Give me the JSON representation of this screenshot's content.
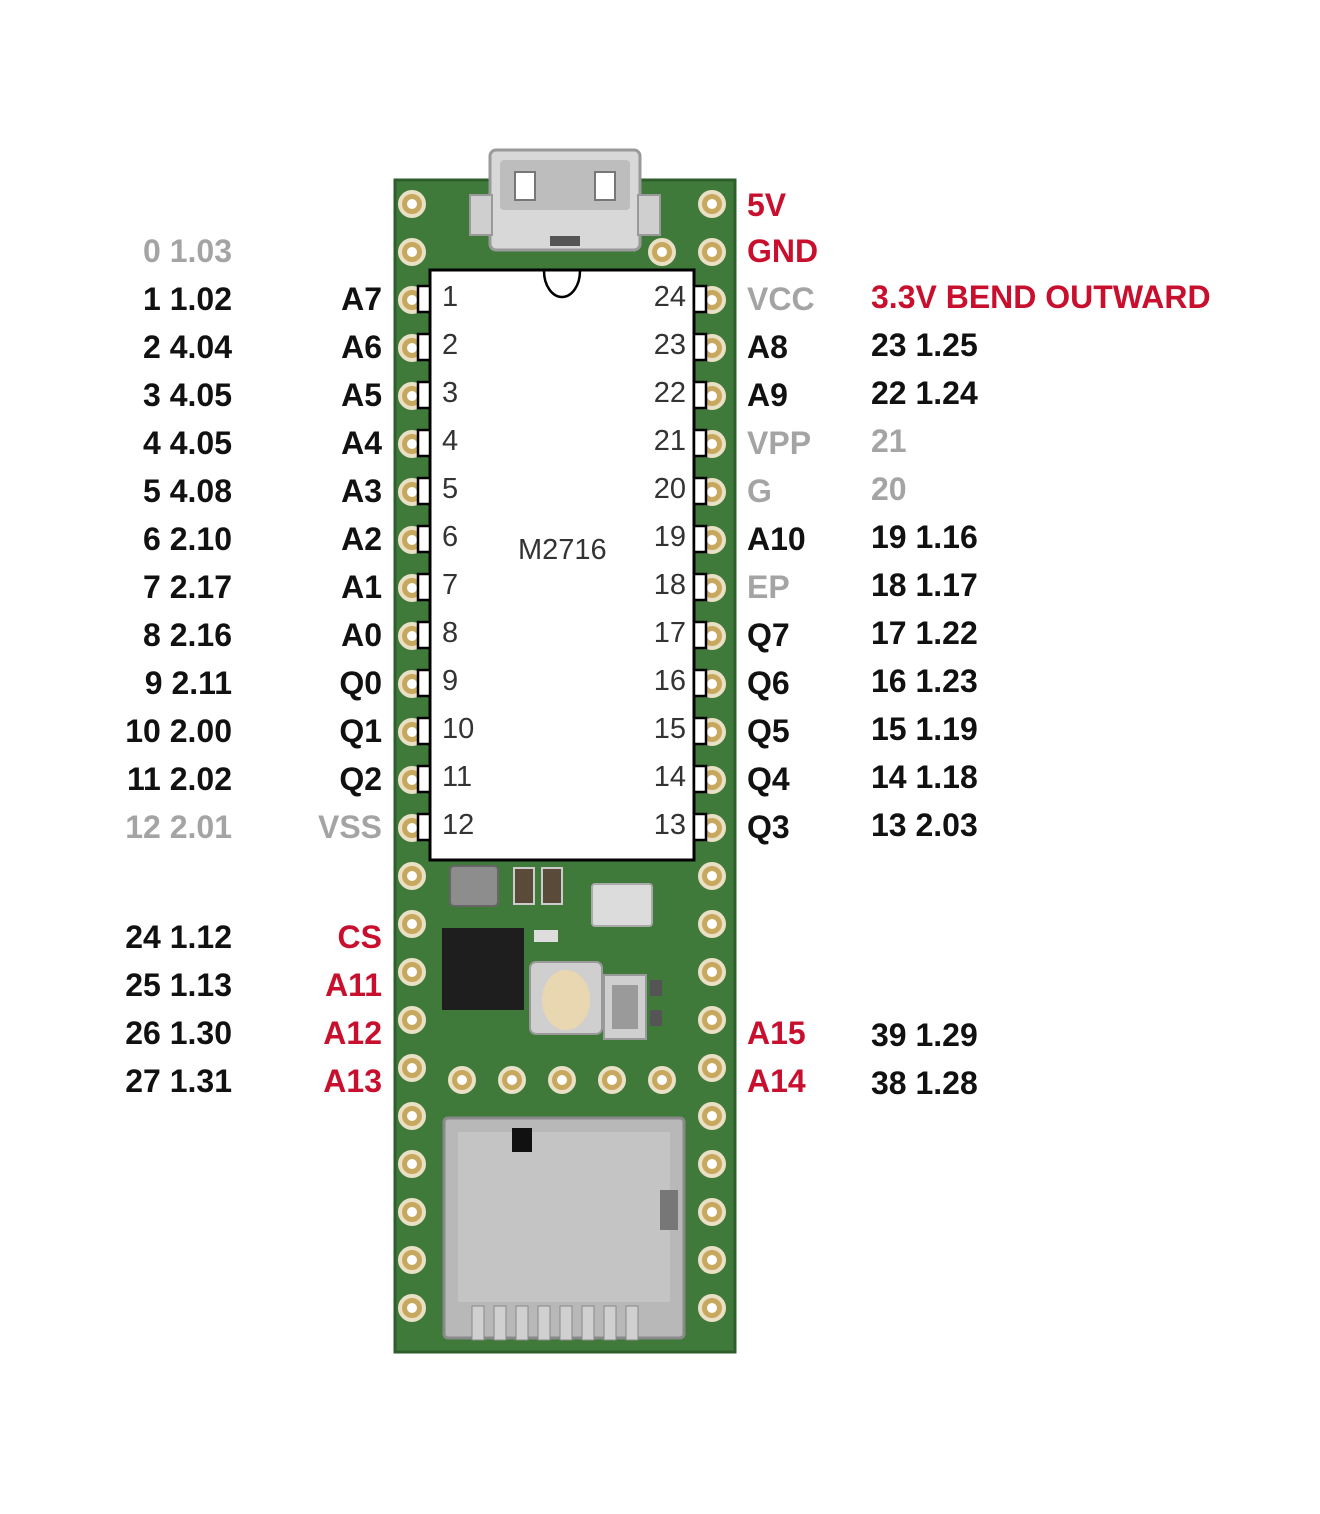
{
  "colors": {
    "black": "#111111",
    "grey": "#a4a4a4",
    "red": "#c8102e",
    "pcb": "#3f7a3b",
    "pad": "#c8a85e"
  },
  "chip": {
    "name": "M2716",
    "left_pins": [
      "1",
      "2",
      "3",
      "4",
      "5",
      "6",
      "7",
      "8",
      "9",
      "10",
      "11",
      "12"
    ],
    "right_pins": [
      "24",
      "23",
      "22",
      "21",
      "20",
      "19",
      "18",
      "17",
      "16",
      "15",
      "14",
      "13"
    ]
  },
  "top_right": [
    {
      "text": "5V",
      "color": "red"
    },
    {
      "text": "GND",
      "color": "red"
    }
  ],
  "left_rows": [
    {
      "pin": "",
      "pin_color": "black",
      "mapping": "0 1.03",
      "mapping_color": "grey"
    },
    {
      "pin": "A7",
      "pin_color": "black",
      "mapping": "1 1.02",
      "mapping_color": "black"
    },
    {
      "pin": "A6",
      "pin_color": "black",
      "mapping": "2 4.04",
      "mapping_color": "black"
    },
    {
      "pin": "A5",
      "pin_color": "black",
      "mapping": "3 4.05",
      "mapping_color": "black"
    },
    {
      "pin": "A4",
      "pin_color": "black",
      "mapping": "4 4.05",
      "mapping_color": "black"
    },
    {
      "pin": "A3",
      "pin_color": "black",
      "mapping": "5 4.08",
      "mapping_color": "black"
    },
    {
      "pin": "A2",
      "pin_color": "black",
      "mapping": "6 2.10",
      "mapping_color": "black"
    },
    {
      "pin": "A1",
      "pin_color": "black",
      "mapping": "7 2.17",
      "mapping_color": "black"
    },
    {
      "pin": "A0",
      "pin_color": "black",
      "mapping": "8 2.16",
      "mapping_color": "black"
    },
    {
      "pin": "Q0",
      "pin_color": "black",
      "mapping": "9 2.11",
      "mapping_color": "black"
    },
    {
      "pin": "Q1",
      "pin_color": "black",
      "mapping": "10 2.00",
      "mapping_color": "black"
    },
    {
      "pin": "Q2",
      "pin_color": "black",
      "mapping": "11 2.02",
      "mapping_color": "black"
    },
    {
      "pin": "VSS",
      "pin_color": "grey",
      "mapping": "12 2.01",
      "mapping_color": "grey"
    }
  ],
  "right_rows": [
    {
      "pin": "VCC",
      "pin_color": "grey",
      "mapping": "3.3V BEND OUTWARD",
      "mapping_color": "red"
    },
    {
      "pin": "A8",
      "pin_color": "black",
      "mapping": "23 1.25",
      "mapping_color": "black"
    },
    {
      "pin": "A9",
      "pin_color": "black",
      "mapping": "22 1.24",
      "mapping_color": "black"
    },
    {
      "pin": "VPP",
      "pin_color": "grey",
      "mapping": "21",
      "mapping_color": "grey"
    },
    {
      "pin": "G",
      "pin_color": "grey",
      "mapping": "20",
      "mapping_color": "grey"
    },
    {
      "pin": "A10",
      "pin_color": "black",
      "mapping": "19 1.16",
      "mapping_color": "black"
    },
    {
      "pin": "EP",
      "pin_color": "grey",
      "mapping": "18 1.17",
      "mapping_color": "black"
    },
    {
      "pin": "Q7",
      "pin_color": "black",
      "mapping": "17 1.22",
      "mapping_color": "black"
    },
    {
      "pin": "Q6",
      "pin_color": "black",
      "mapping": "16 1.23",
      "mapping_color": "black"
    },
    {
      "pin": "Q5",
      "pin_color": "black",
      "mapping": "15 1.19",
      "mapping_color": "black"
    },
    {
      "pin": "Q4",
      "pin_color": "black",
      "mapping": "14 1.18",
      "mapping_color": "black"
    },
    {
      "pin": "Q3",
      "pin_color": "black",
      "mapping": "13 2.03",
      "mapping_color": "black"
    }
  ],
  "extra_left": [
    {
      "pin": "CS",
      "mapping": "24 1.12"
    },
    {
      "pin": "A11",
      "mapping": "25 1.13"
    },
    {
      "pin": "A12",
      "mapping": "26 1.30"
    },
    {
      "pin": "A13",
      "mapping": "27 1.31"
    }
  ],
  "extra_right": [
    {
      "pin": "A15",
      "mapping": "39 1.29"
    },
    {
      "pin": "A14",
      "mapping": "38 1.28"
    }
  ]
}
